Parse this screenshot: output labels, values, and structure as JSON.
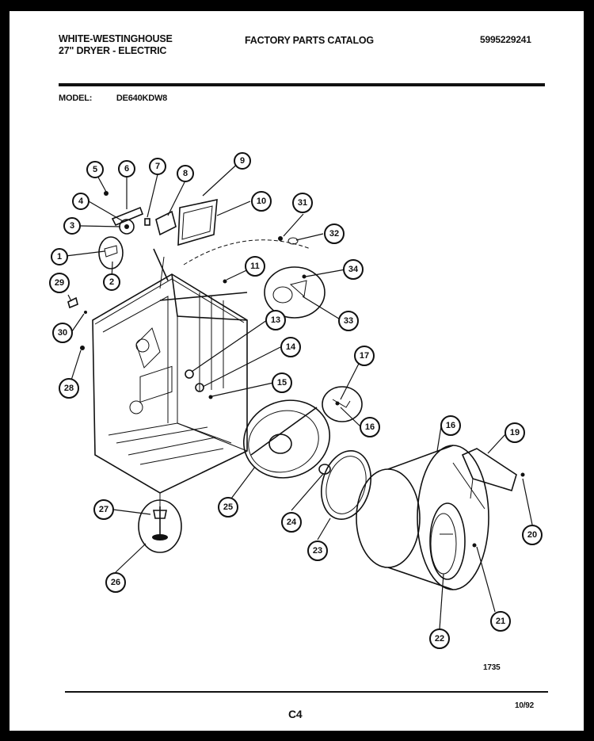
{
  "header": {
    "brand_line1": "WHITE-WESTINGHOUSE",
    "brand_line2": "27\" DRYER - ELECTRIC",
    "catalog_title": "FACTORY PARTS CATALOG",
    "part_number": "5995229241",
    "model_label": "MODEL:",
    "model_value": "DE640KDW8"
  },
  "footer": {
    "figure_number": "1735",
    "page_id": "C4",
    "date": "10/92"
  },
  "callouts": {
    "c1": "1",
    "c2": "2",
    "c3": "3",
    "c4": "4",
    "c5": "5",
    "c6": "6",
    "c7": "7",
    "c8": "8",
    "c9": "9",
    "c10": "10",
    "c11": "11",
    "c13": "13",
    "c14": "14",
    "c15": "15",
    "c16a": "16",
    "c16b": "16",
    "c17": "17",
    "c19": "19",
    "c20": "20",
    "c21": "21",
    "c22": "22",
    "c23": "23",
    "c24": "24",
    "c25": "25",
    "c26": "26",
    "c27": "27",
    "c28": "28",
    "c29": "29",
    "c30": "30",
    "c31": "31",
    "c32": "32",
    "c33": "33",
    "c34": "34"
  }
}
